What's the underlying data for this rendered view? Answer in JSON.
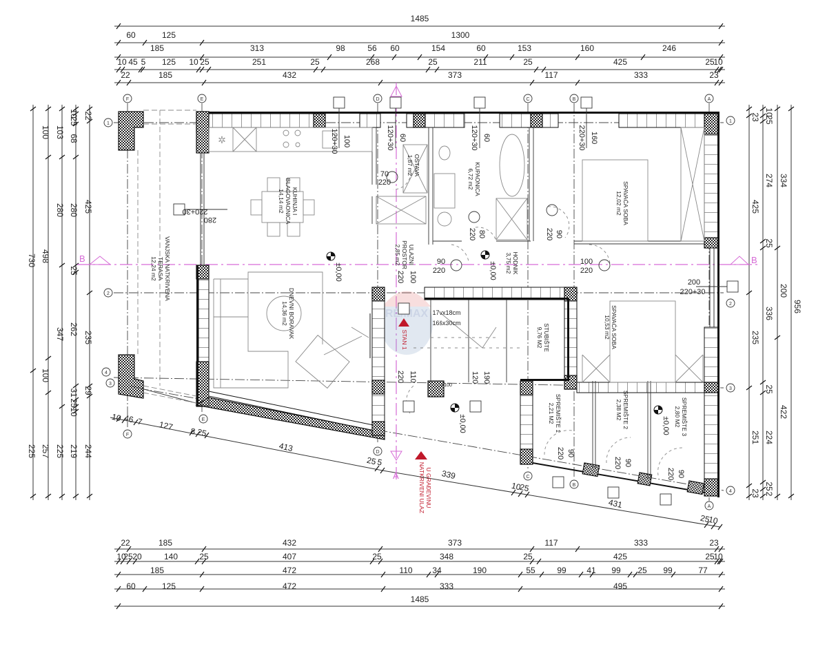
{
  "dims": {
    "top": {
      "row1": [
        "1485"
      ],
      "row2": [
        "60",
        "125",
        "1300"
      ],
      "row3": [
        "185",
        "313",
        "98",
        "56",
        "60",
        "154",
        "60",
        "153",
        "160",
        "246"
      ],
      "row4": [
        "10",
        "45",
        "5",
        "125",
        "10",
        "25",
        "251",
        "25",
        "268",
        "25",
        "211",
        "25",
        "425",
        "25",
        "10"
      ],
      "row5": [
        "22",
        "185",
        "432",
        "373",
        "117",
        "333",
        "23"
      ]
    },
    "bottom": {
      "row1": [
        "22",
        "185",
        "432",
        "373",
        "117",
        "333",
        "23"
      ],
      "row2": [
        "10",
        "25",
        "20",
        "140",
        "25",
        "407",
        "25",
        "348",
        "25",
        "425",
        "25",
        "10"
      ],
      "row3": [
        "185",
        "472",
        "110",
        "34",
        "190",
        "55",
        "99",
        "41",
        "99",
        "25",
        "99",
        "77"
      ],
      "row4": [
        "60",
        "125",
        "472",
        "333",
        "495"
      ],
      "row5": [
        "1485"
      ]
    },
    "left": {
      "col1": [
        "730",
        "225"
      ],
      "col2": [
        "100",
        "498",
        "100",
        "257"
      ],
      "col3": [
        "103",
        "280",
        "347",
        "225"
      ],
      "col4": [
        "10",
        "25",
        "68",
        "280",
        "25",
        "262",
        "31",
        "25",
        "10",
        "219"
      ],
      "col5": [
        "22",
        "425",
        "235",
        "29",
        "244"
      ]
    },
    "right": {
      "col1": [
        "23",
        "425",
        "235",
        "251",
        "23"
      ],
      "col2": [
        "10",
        "25",
        "274",
        "25",
        "336",
        "25",
        "224",
        "25",
        "2"
      ],
      "col3": [
        "334",
        "200",
        "422"
      ],
      "col4": [
        "956"
      ]
    },
    "slanted": [
      "10",
      "46",
      "7",
      "127",
      "8",
      "25",
      "413",
      "25",
      "5",
      "339",
      "10",
      "25",
      "431",
      "25",
      "10"
    ]
  },
  "axes": {
    "columns": [
      "F",
      "E",
      "D",
      "C",
      "B",
      "A"
    ],
    "rows": [
      "1",
      "2",
      "3",
      "4"
    ],
    "sections": [
      "A",
      "B"
    ]
  },
  "rooms": [
    {
      "name": "KUHINJA I",
      "name2": "BLAGOVAONICA",
      "area": "14,14 m2"
    },
    {
      "name": "OSTAVA",
      "area": "1,87 m2"
    },
    {
      "name": "KUPAONICA",
      "area": "6,72 m2"
    },
    {
      "name": "SPAVAĆA SOBA",
      "area": "12,02 m2"
    },
    {
      "name": "ULAZNI",
      "name2": "PROSTOR",
      "area": "2,85 m2"
    },
    {
      "name": "HODNIK",
      "area": "3,75 m2"
    },
    {
      "name": "DNEVNI BORAVAK",
      "area": "14,36 m2"
    },
    {
      "name": "VANJSKA NATKRIVENA",
      "name2": "TERASA",
      "area": "12,24 m2"
    },
    {
      "name": "STUBIŠTE",
      "area": "9,76 M2"
    },
    {
      "name": "SPAVAĆA SOBA",
      "area": "10,53 m2"
    },
    {
      "name": "SPREMIŠTE 1",
      "area": "2,21 M2"
    },
    {
      "name": "SPREMIŠTE 2",
      "area": "2,38 M2"
    },
    {
      "name": "SPREMIŠTE 3",
      "area": "2,80 M2"
    }
  ],
  "openings": [
    {
      "w": "100",
      "h": "120+30"
    },
    {
      "w": "60",
      "h": "120+30"
    },
    {
      "w": "60",
      "h": "120+30"
    },
    {
      "w": "160",
      "h": "220+30"
    },
    {
      "w": "220+30",
      "h": "280"
    },
    {
      "w": "70",
      "h": "220"
    },
    {
      "w": "80",
      "h": "220"
    },
    {
      "w": "90",
      "h": "220"
    },
    {
      "w": "90",
      "h": "220"
    },
    {
      "w": "100",
      "h": "220"
    },
    {
      "w": "100",
      "h": "220"
    },
    {
      "w": "200",
      "h": "220+30"
    },
    {
      "w": "110",
      "h": "220"
    },
    {
      "w": "190",
      "h": "120"
    },
    {
      "w": "90",
      "h": "220"
    },
    {
      "w": "90",
      "h": "220"
    },
    {
      "w": "90",
      "h": "220"
    }
  ],
  "stairs": {
    "riser": "17vx18cm",
    "tread": "16šx30cm"
  },
  "levels": [
    "±0,00",
    "±0,00",
    "±0,00",
    "±0,00"
  ],
  "labels": {
    "unit": "STAN 1",
    "entrance_line1": "NATKRIVENI ULAZ",
    "entrance_line2": "U GRAĐEVINU",
    "wall_note": "=100"
  },
  "watermark": "RE/MAX",
  "colors": {
    "section_line": "#d66ad6",
    "marker_red": "#c0182a",
    "wall": "#111111"
  }
}
